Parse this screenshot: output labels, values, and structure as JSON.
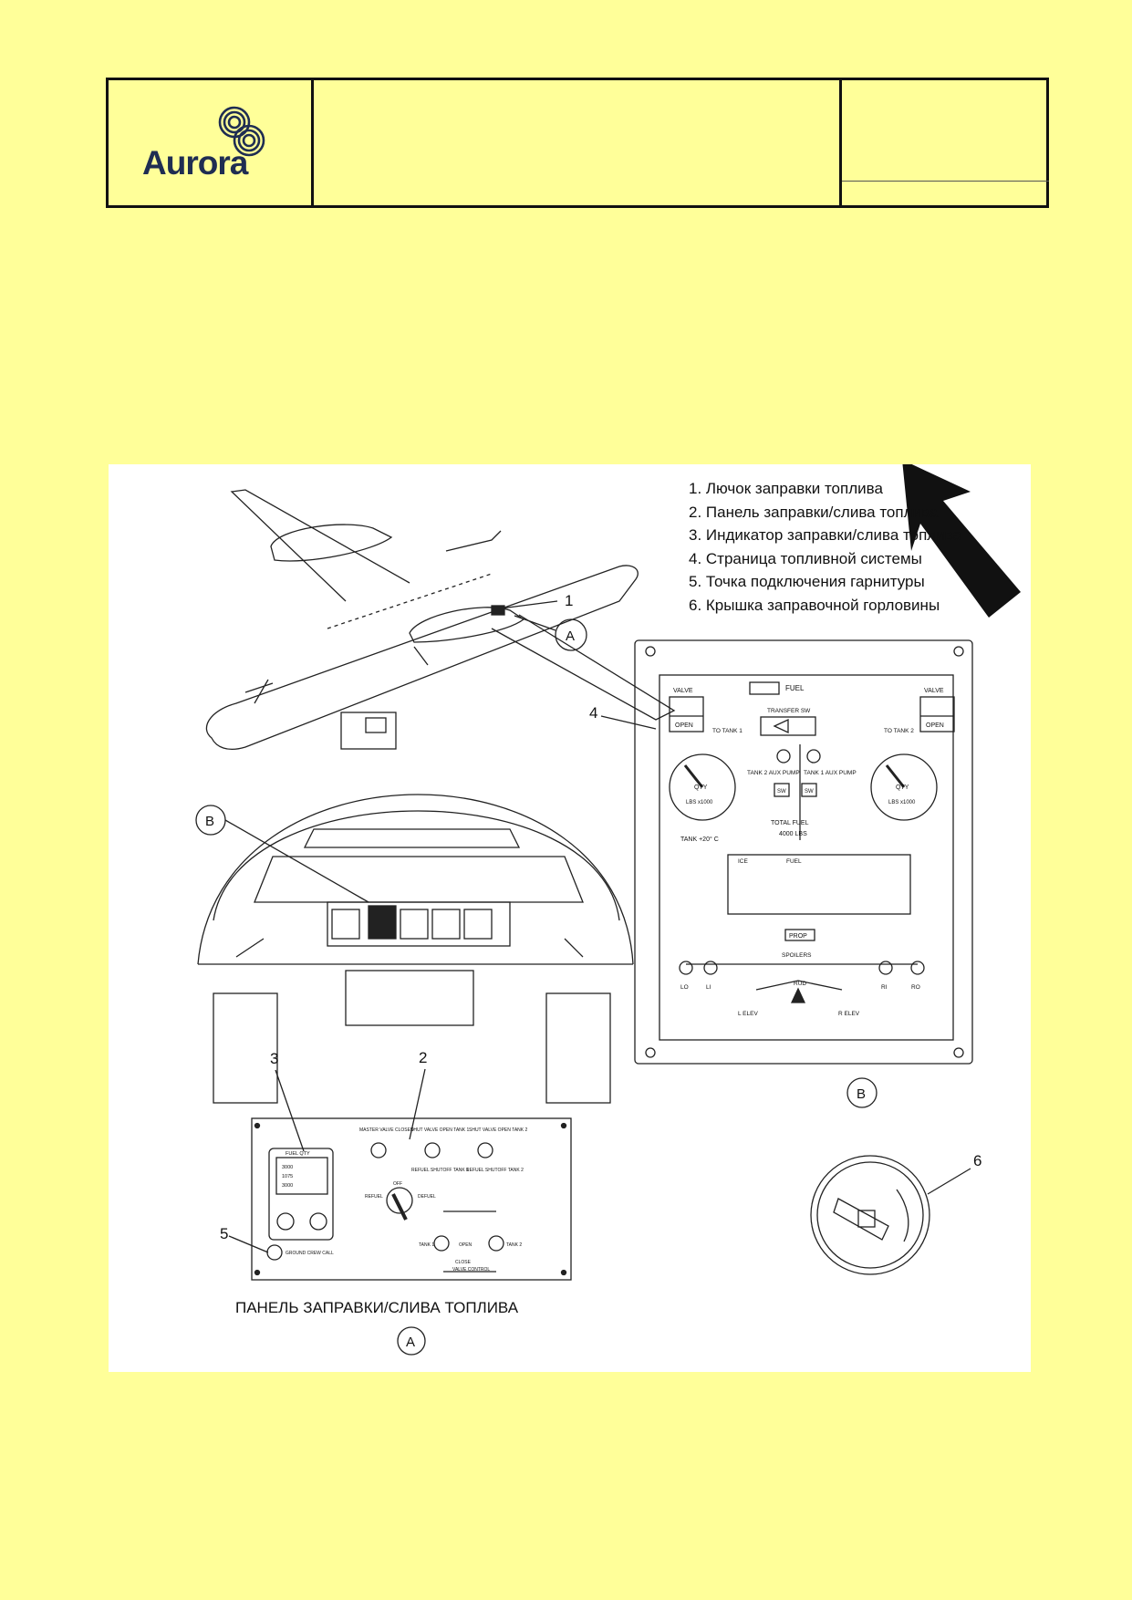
{
  "header": {
    "logo_text": "Aurora",
    "title": "",
    "right_top": "",
    "right_bottom": ""
  },
  "legend": [
    "1. Лючок заправки топлива",
    "2. Панель заправки/слива топлива",
    "3. Индикатор заправки/слива топлива",
    "4. Страница топливной системы",
    "5. Точка подключения гарнитуры",
    "6. Крышка заправочной горловины"
  ],
  "callouts": {
    "n1": "1",
    "n2": "2",
    "n3": "3",
    "n4": "4",
    "n5": "5",
    "n6": "6",
    "A": "A",
    "B": "B"
  },
  "fuel_page": {
    "fuel_label": "FUEL",
    "valve_left": "VALVE",
    "valve_right": "VALVE",
    "open_left": "OPEN",
    "open_right": "OPEN",
    "transfer_sw": "TRANSFER SW",
    "to_tank1": "TO TANK 1",
    "to_tank2": "TO TANK 2",
    "tank2_aux": "TANK 2 AUX PUMP",
    "tank1_aux": "TANK 1 AUX PUMP",
    "sw": "SW",
    "qty": "QTY",
    "lbs": "LBS x1000",
    "tank_temp": "TANK +20° C",
    "total_fuel_label": "TOTAL FUEL",
    "total_fuel_value": "4000 LBS",
    "ice": "ICE",
    "fuel": "FUEL",
    "prop": "PROP",
    "spoilers": "SPOILERS",
    "rud": "RUD",
    "lo": "LO",
    "li": "LI",
    "ri": "RI",
    "ro": "RO",
    "l_elev": "L ELEV",
    "r_elev": "R ELEV"
  },
  "refuel_panel": {
    "title": "ПАНЕЛЬ ЗАПРАВКИ/СЛИВА ТОПЛИВА",
    "fuel_qty": "FUEL QTY",
    "values": [
      "3000",
      "1075",
      "3000"
    ],
    "master_valve": "MASTER VALVE CLOSED",
    "shutoff_tank1": "SHUT VALVE OPEN TANK 1",
    "shutoff_tank2": "SHUT VALVE OPEN TANK 2",
    "refuel_shutoff_1": "REFUEL SHUTOFF TANK 1",
    "refuel_shutoff_2": "REFUEL SHUTOFF TANK 2",
    "off": "OFF",
    "defuel": "DEFUEL",
    "refuel": "REFUEL",
    "open": "OPEN",
    "close": "CLOSE",
    "valve_control": "VALVE CONTROL",
    "tank1": "TANK 1",
    "tank2": "TANK 2",
    "ground_crew": "GROUND CREW CALL"
  }
}
